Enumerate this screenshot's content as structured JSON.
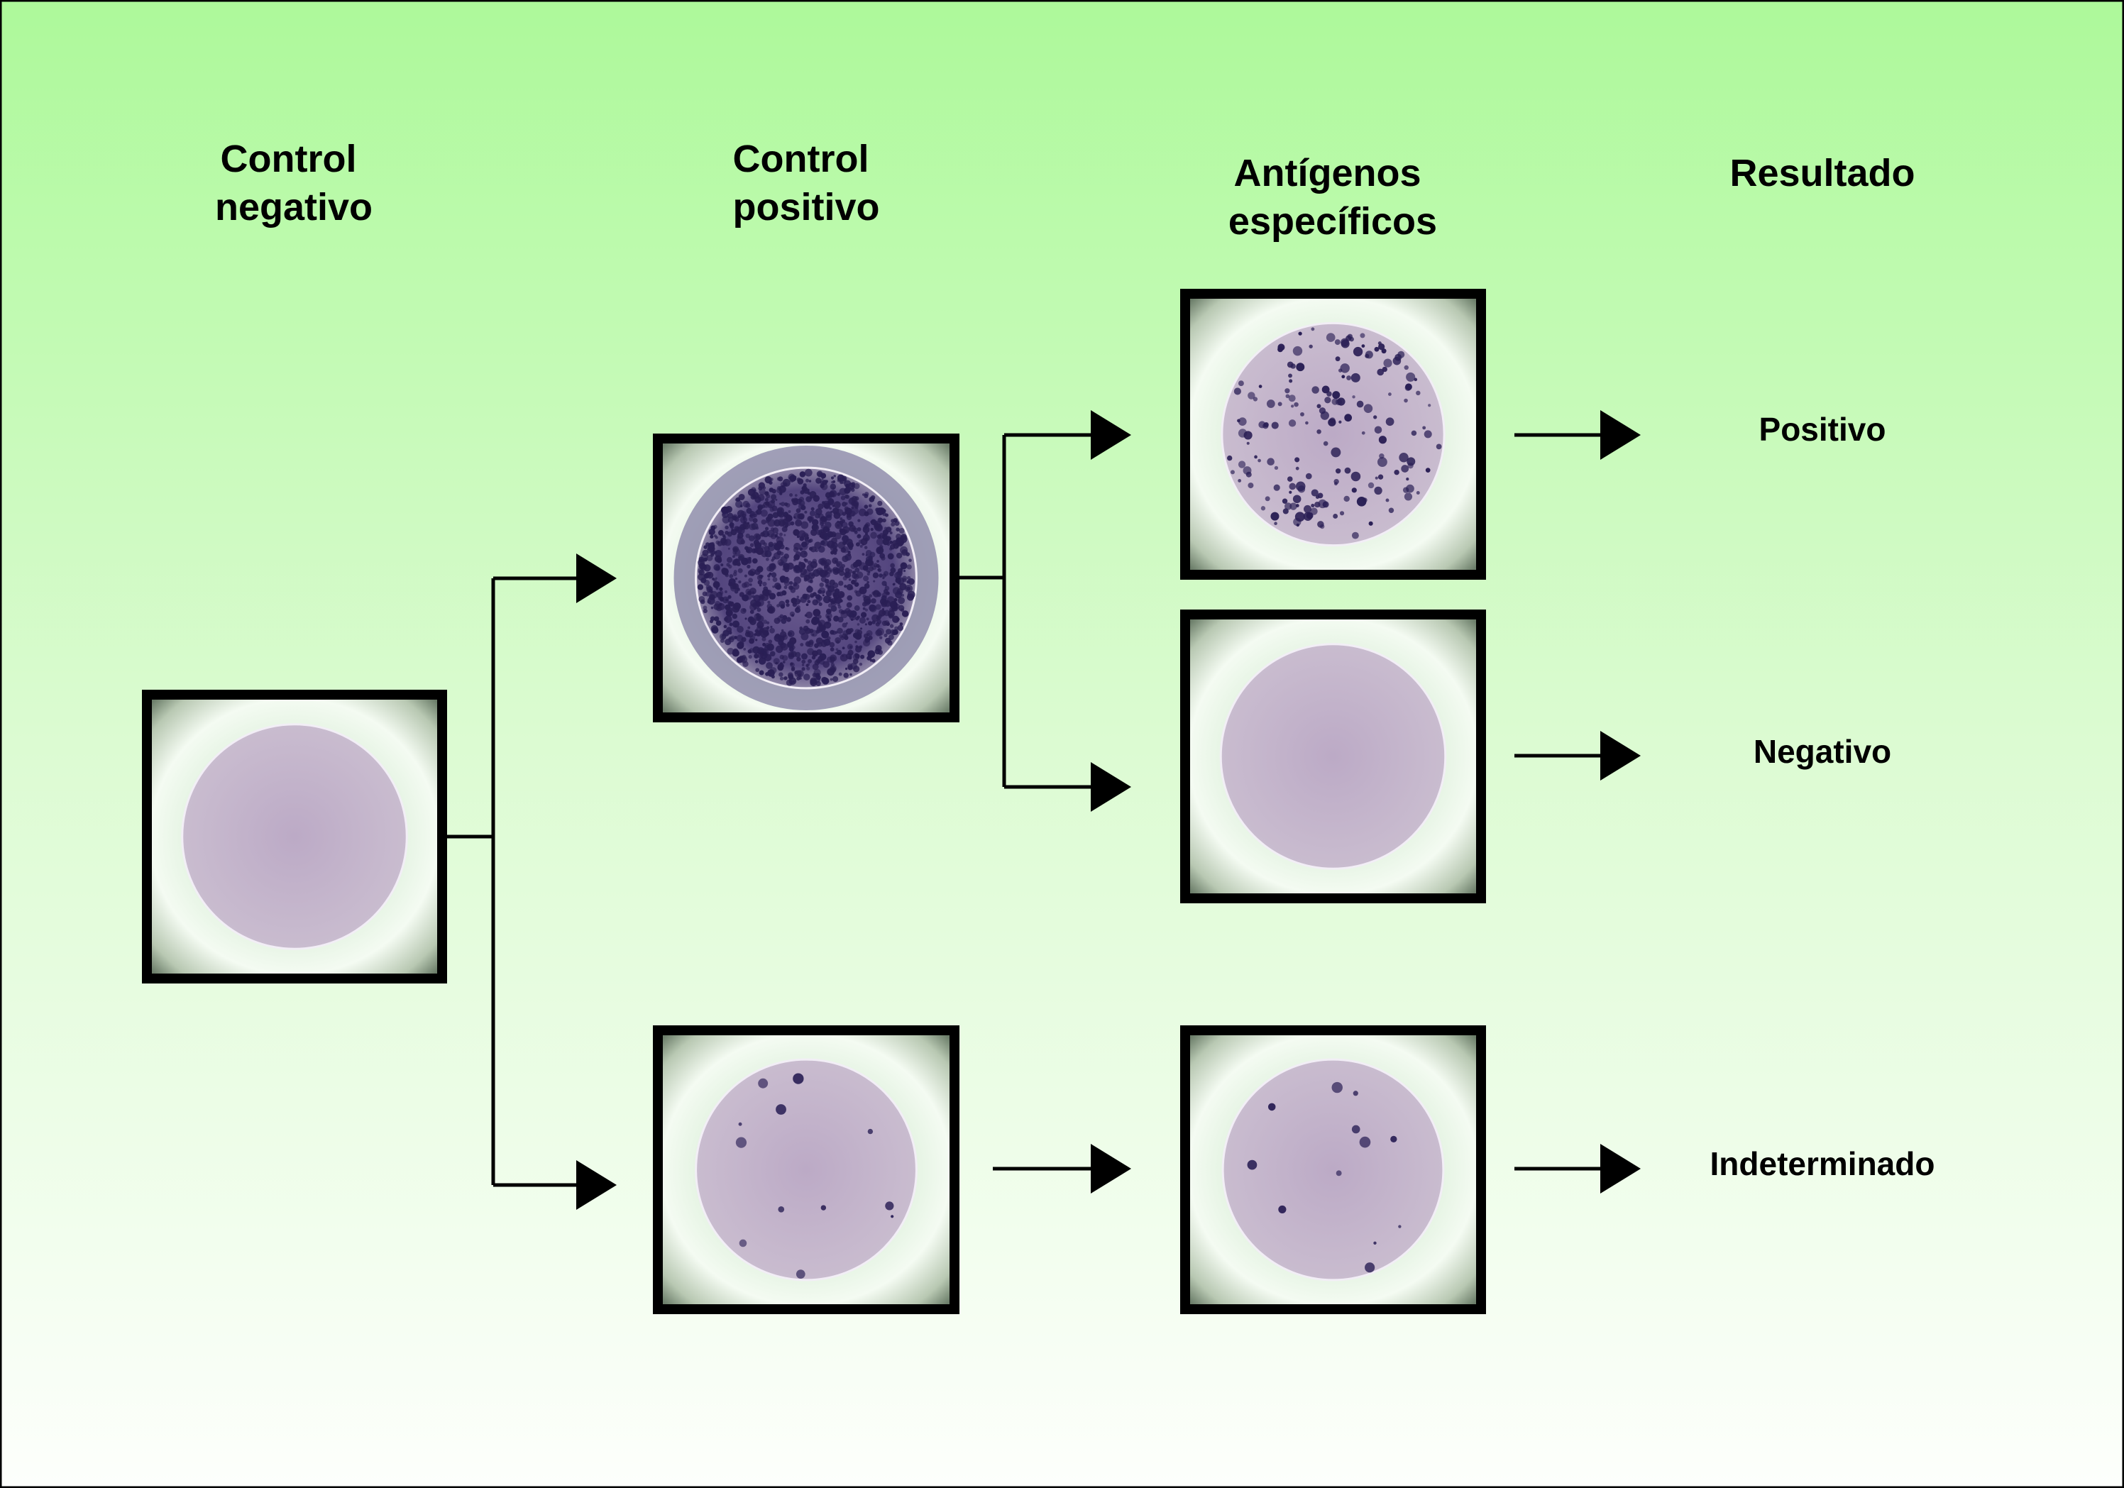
{
  "headers": {
    "control_negativo": [
      "Control",
      "negativo"
    ],
    "control_positivo": [
      "Control",
      "positivo"
    ],
    "antigenos": [
      "Antígenos",
      "específicos"
    ],
    "resultado": "Resultado"
  },
  "results": {
    "positivo": "Positivo",
    "negativo": "Negativo",
    "indeterminado": "Indeterminado"
  },
  "colors": {
    "background_top": "#adf99a",
    "background_bottom": "#ffffff",
    "well_fill": "#b9a9c4",
    "spot": "#2a1f55"
  },
  "wells": {
    "control_negativo": {
      "spot_level": "none"
    },
    "control_positivo_top": {
      "spot_level": "dense"
    },
    "control_positivo_bottom": {
      "spot_level": "few"
    },
    "antigeno_positivo": {
      "spot_level": "many"
    },
    "antigeno_negativo": {
      "spot_level": "none"
    },
    "antigeno_indeterminado": {
      "spot_level": "few"
    }
  }
}
